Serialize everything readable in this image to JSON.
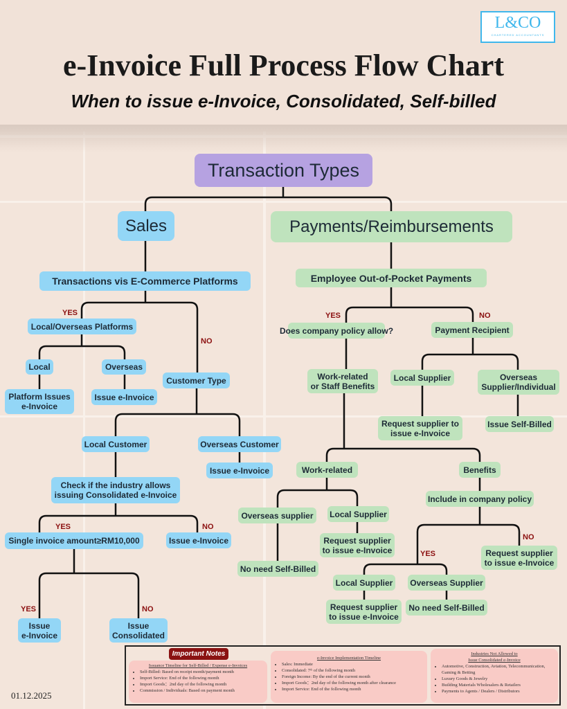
{
  "header": {
    "title": "e-Invoice Full Process Flow Chart",
    "subtitle": "When to issue e-Invoice, Consolidated, Self-billed",
    "logo_text": "L&CO",
    "logo_sub": "CHARTERED ACCOUNTANTS"
  },
  "nodes": {
    "root": "Transaction Types",
    "sales": "Sales",
    "payments": "Payments/Reimbursements",
    "ecom": "Transactions vis E-Commerce Platforms",
    "platforms": "Local/Overseas Platforms",
    "local": "Local",
    "overseas": "Overseas",
    "platform_issues": "Platform Issues\ne-Invoice",
    "issue1": "Issue e-Invoice",
    "customer_type": "Customer Type",
    "local_customer": "Local Customer",
    "overseas_customer": "Overseas Customer",
    "issue2": "Issue e-Invoice",
    "check_industry": "Check if the industry allows\nissuing Consolidated e-Invoice",
    "single_amount": "Single invoice amount≥RM10,000",
    "issue3": "Issue e-Invoice",
    "issue4": "Issue\ne-Invoice",
    "issue_consolidated": "Issue\nConsolidated",
    "employee": "Employee Out-of-Pocket Payments",
    "policy_allow": "Does company policy allow?",
    "payment_recipient": "Payment Recipient",
    "work_or_benefits": "Work-related\nor Staff Benefits",
    "local_supplier1": "Local Supplier",
    "overseas_supplier_ind": "Overseas\nSupplier/Individual",
    "request1": "Request supplier to\nissue e-Invoice",
    "self_billed": "Issue Self-Billed",
    "work_related": "Work-related",
    "benefits": "Benefits",
    "include_policy": "Include in company policy",
    "overseas_supplier2": "Overseas supplier",
    "local_supplier2": "Local Supplier",
    "request2": "Request supplier\nto issue e-Invoice",
    "no_self_billed1": "No need Self-Billed",
    "request3": "Request supplier\nto issue e-Invoice",
    "local_supplier3": "Local Supplier",
    "overseas_supplier3": "Overseas Supplier",
    "request4": "Request supplier\nto issue e-Invoice",
    "no_self_billed2": "No need Self-Billed"
  },
  "labels": {
    "yes": "YES",
    "no": "NO"
  },
  "notes": {
    "badge": "Important Notes",
    "col1": {
      "title": "Issuance Timeline for Self-Billed / Expense e-Invoices",
      "items": [
        "Self-Billed: Based on receipt month/payment month",
        "Import Service: End of the following month",
        "Import Goods：2nd day of the following month",
        "Commission / Individuals: Based on payment month"
      ]
    },
    "col2": {
      "title": "e-Invoice Implementation Timeline",
      "items": [
        "Sales: Immediate",
        "Consolidated: 7ᵗʰ of the following month",
        "Foreign Income: By the end of the current month",
        "Import Goods：2nd day of the following month after clearance",
        "Import Service: End of the following month"
      ]
    },
    "col3": {
      "title": "Industries Not Allowed to\nIssue Consolidated e-Invoice",
      "items": [
        "Automotive, Construction, Aviation, Telecommunication, Gaming & Betting",
        "Luxury Goods & Jewelry",
        "Building Materials Wholesalers & Retailers",
        "Payments to Agents / Dealers / Distributors"
      ]
    }
  },
  "date": "01.12.2025",
  "colors": {
    "sales": "#93d6f6",
    "payments": "#bfe3bd",
    "root": "#b6a2e1",
    "yes_no": "#8b0f0f"
  }
}
